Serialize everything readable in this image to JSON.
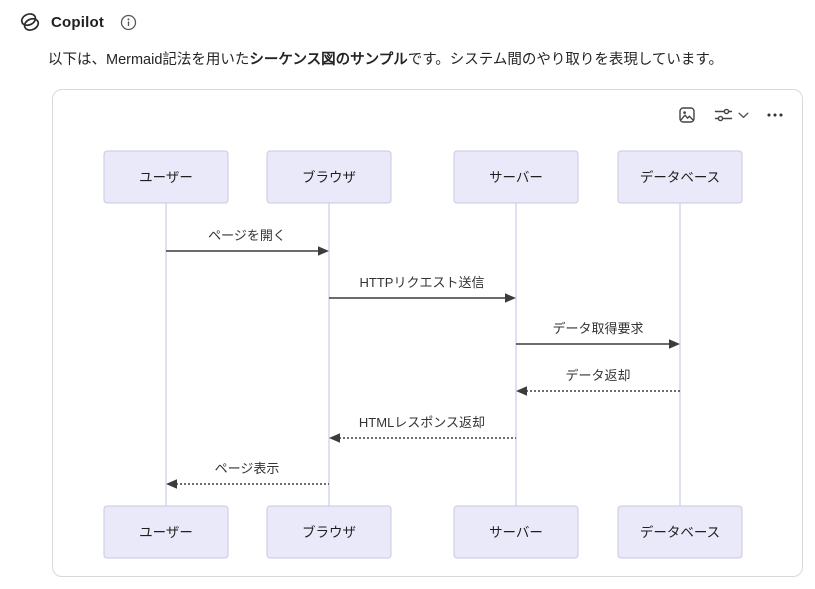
{
  "header": {
    "title": "Copilot",
    "info_icon": "info-icon",
    "logo": "copilot-logo"
  },
  "intro": {
    "text_before": "以下は、Mermaid記法を用いた",
    "text_bold": "シーケンス図のサンプル",
    "text_after": "です。システム間のやり取りを表現しています。"
  },
  "toolbar": {
    "icons": [
      "image-icon",
      "sliders-icon",
      "chevron-down-icon",
      "more-options-icon"
    ]
  },
  "diagram": {
    "type": "mermaid-sequence-diagram",
    "actors": [
      "ユーザー",
      "ブラウザ",
      "サーバー",
      "データベース"
    ],
    "messages": [
      {
        "from": "ユーザー",
        "to": "ブラウザ",
        "label": "ページを開く",
        "style": "solid"
      },
      {
        "from": "ブラウザ",
        "to": "サーバー",
        "label": "HTTPリクエスト送信",
        "style": "solid"
      },
      {
        "from": "サーバー",
        "to": "データベース",
        "label": "データ取得要求",
        "style": "solid"
      },
      {
        "from": "データベース",
        "to": "サーバー",
        "label": "データ返却",
        "style": "dotted"
      },
      {
        "from": "サーバー",
        "to": "ブラウザ",
        "label": "HTMLレスポンス返却",
        "style": "dotted"
      },
      {
        "from": "ブラウザ",
        "to": "ユーザー",
        "label": "ページ表示",
        "style": "dotted"
      }
    ],
    "colors": {
      "actor_fill": "#e9e9fa",
      "actor_border": "#c9c9e2",
      "lifeline": "#ccccec",
      "arrow": "#3c3c3c",
      "card_border": "#d8d8d8"
    }
  }
}
